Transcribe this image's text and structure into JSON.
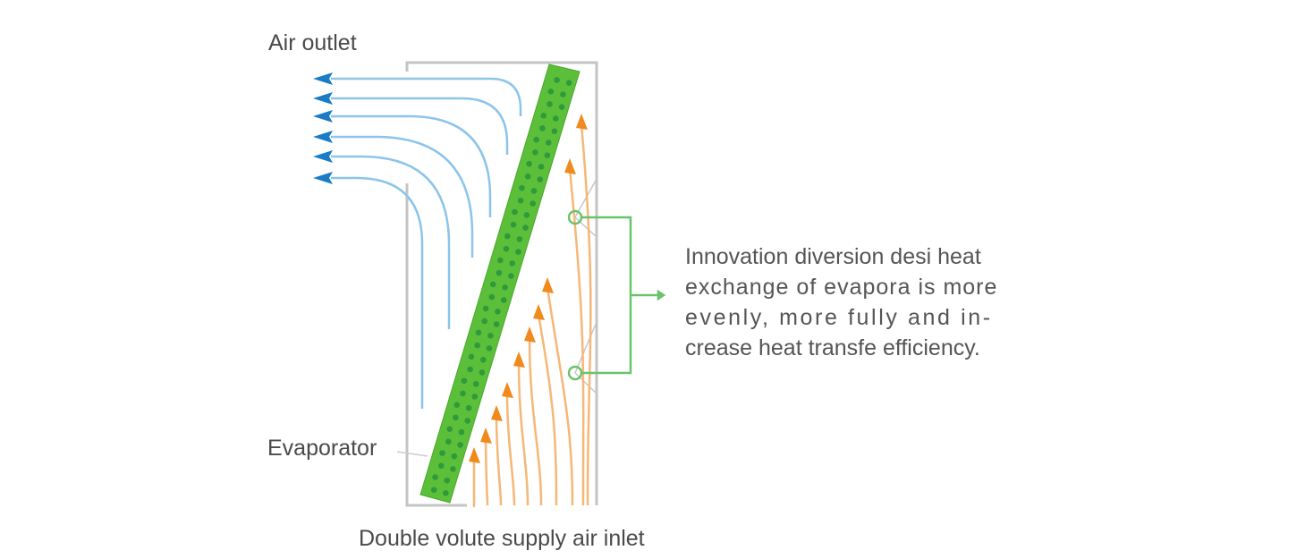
{
  "labels": {
    "air_outlet": "Air outlet",
    "evaporator": "Evaporator",
    "inlet": "Double volute supply air inlet"
  },
  "description": {
    "lines": [
      "Innovation diversion desi heat",
      "exchange of evapora is more",
      "evenly, more fully and in-",
      "crease heat transfe efficiency."
    ]
  },
  "colors": {
    "cool_air": "#1a7cc4",
    "warm_air": "#f08a1c",
    "evaporator": "#5cbf3a",
    "connector": "#6cc26c",
    "housing": "#bdbdbd"
  }
}
